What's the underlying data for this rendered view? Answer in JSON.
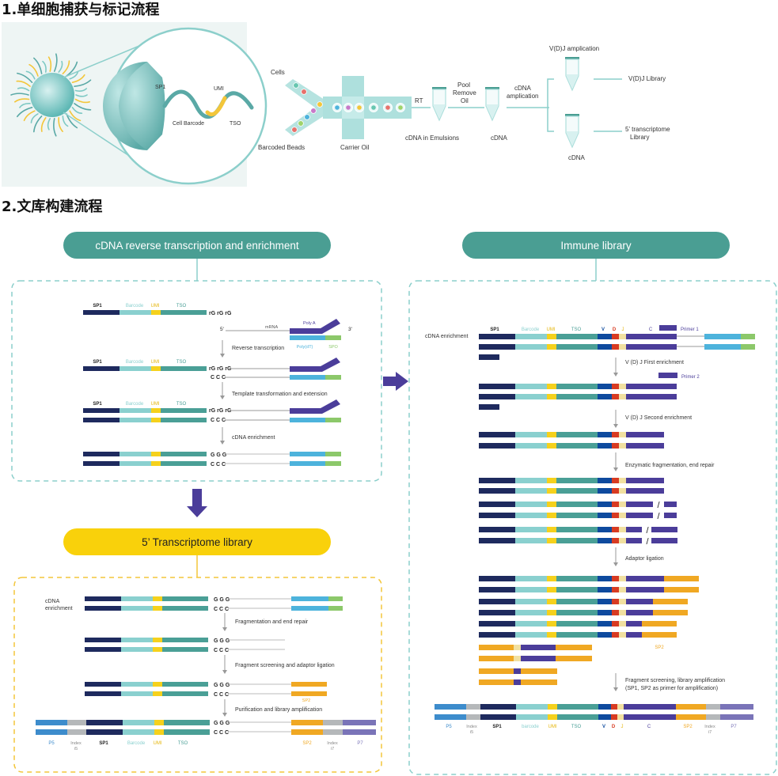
{
  "section1": {
    "title": "1.单细胞捕获与标记流程",
    "cell_labels": {
      "sp1": "SP1",
      "umi": "UMI",
      "barcode": "Cell Barcode",
      "tso": "TSO"
    },
    "labels": {
      "cells": "Cells",
      "beads": "Barcoded Beads",
      "oil": "Carrier Oil",
      "rt": "RT",
      "emulsion": "cDNA in Emulsions",
      "pool1": "Pool",
      "pool2": "Remove",
      "pool3": "Oil",
      "cdna": "cDNA",
      "cdna_amp1": "cDNA",
      "cdna_amp2": "amplication",
      "vdj_amp": "V(D)J amplication",
      "vdj_lib": "V(D)J Library",
      "t5_1": "5’ transcriptome",
      "t5_2": "Library",
      "cdna_bottom": "cDNA"
    }
  },
  "section2": {
    "title": "2.文库构建流程",
    "left_header": "cDNA reverse transcription and enrichment",
    "right_header": "Immune library",
    "mid_header": "5’ Transcriptome library",
    "lib_labels": {
      "sp1": "SP1",
      "barcode": "Barcode",
      "umi": "UMI",
      "tso": "TSO",
      "rg": "rG rG rG",
      "ggg": "G G G",
      "ccc": "C C C",
      "five": "5'",
      "three": "3'",
      "mrna": "mRNA",
      "polya": "Poly A",
      "polydt": "Poly(dT)",
      "spo": "SPO"
    },
    "left_steps": [
      "Reverse transcription",
      "Template transformation and extension",
      "cDNA enrichment"
    ],
    "mid_steps": [
      "Fragmentation and end repair",
      "Fragment screening and adaptor ligation",
      "Purification and library amplification"
    ],
    "mid_labels": {
      "cdna1": "cDNA",
      "cdna2": "enrichment",
      "sp2": "SP2",
      "p5": "P5",
      "index_i5_1": "Index",
      "index_i5_2": "i5",
      "index_i7_1": "Index",
      "index_i7_2": "i7",
      "p7": "P7"
    },
    "right_labels": {
      "cdna_enrich": "cDNA enrichment",
      "sp1": "SP1",
      "barcode": "Barcode",
      "umi": "UMI",
      "tso": "TSO",
      "v": "V",
      "d": "D",
      "j": "J",
      "c": "C",
      "primer1": "Primer 1",
      "primer2": "Primer 2",
      "sp2": "SP2",
      "slash": "/"
    },
    "right_steps": [
      "V (D) J  First enrichment",
      "V (D) J  Second enrichment",
      "Enzymatic fragmentation, end repair",
      "Adaptor ligation",
      "Fragment screening, library amplification",
      "(SP1, SP2 as primer for amplification)"
    ],
    "right_final_labels": {
      "p5": "P5",
      "index_i5_1": "Index",
      "index_i5_2": "i5",
      "sp1": "SP1",
      "barcode": "barcode",
      "umi": "UMI",
      "tso": "TSO",
      "v": "V",
      "d": "D",
      "j": "J",
      "c": "C",
      "sp2": "SP2",
      "index_i7_1": "Index",
      "index_i7_2": "i7",
      "p7": "P7"
    }
  },
  "colors": {
    "navy": "#1e2a5e",
    "lightteal": "#8ad0cf",
    "yellow": "#f5d11c",
    "teal": "#4a9f96",
    "header_teal": "#4a9e93",
    "header_yellow": "#f9d10b",
    "purple": "#4b3d9a",
    "blue": "#4db3dc",
    "green": "#8cc86a",
    "orange": "#f0a823",
    "red": "#d83b22",
    "vblue": "#0e4a9e",
    "jtan": "#f1e0a0",
    "grey": "#b5b8ba",
    "p5": "#3d8ccc",
    "p7": "#7a74b8"
  }
}
